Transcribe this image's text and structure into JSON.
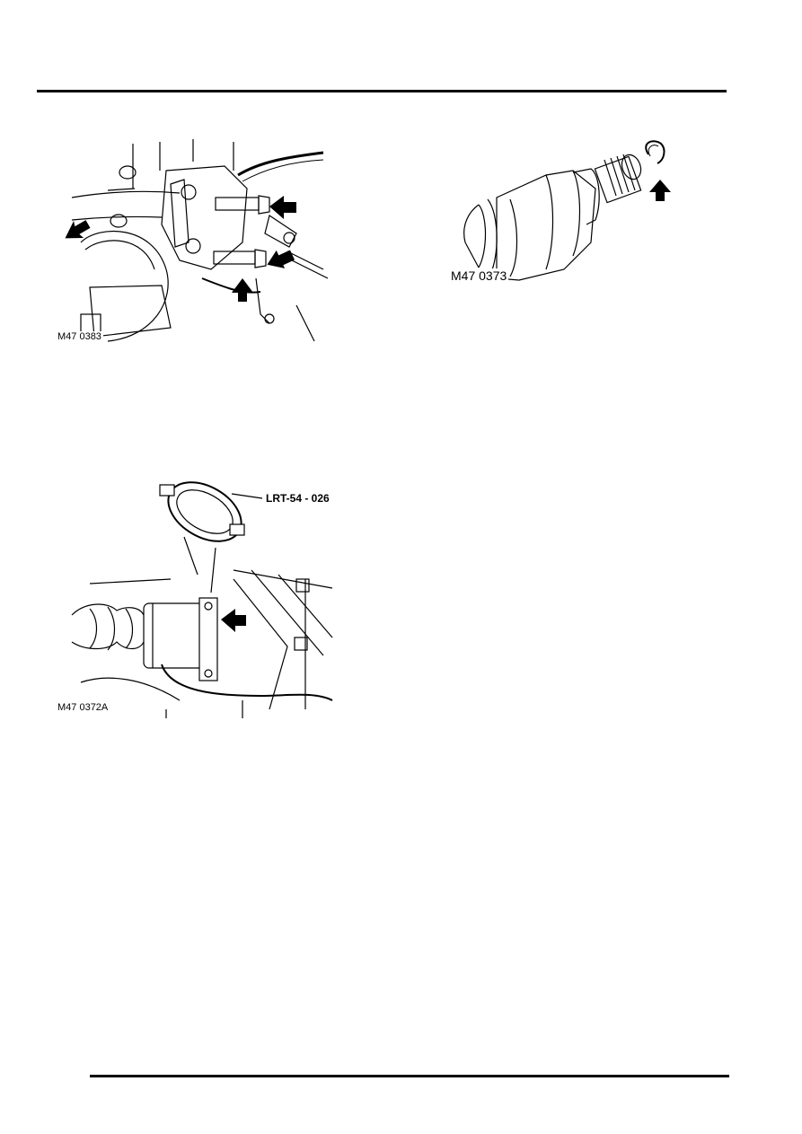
{
  "figures": {
    "hub": {
      "caption": "M47 0383"
    },
    "joint": {
      "caption": "M47 0373"
    },
    "tool": {
      "caption": "M47 0372A",
      "tool_label": "LRT-54 - 026"
    }
  }
}
